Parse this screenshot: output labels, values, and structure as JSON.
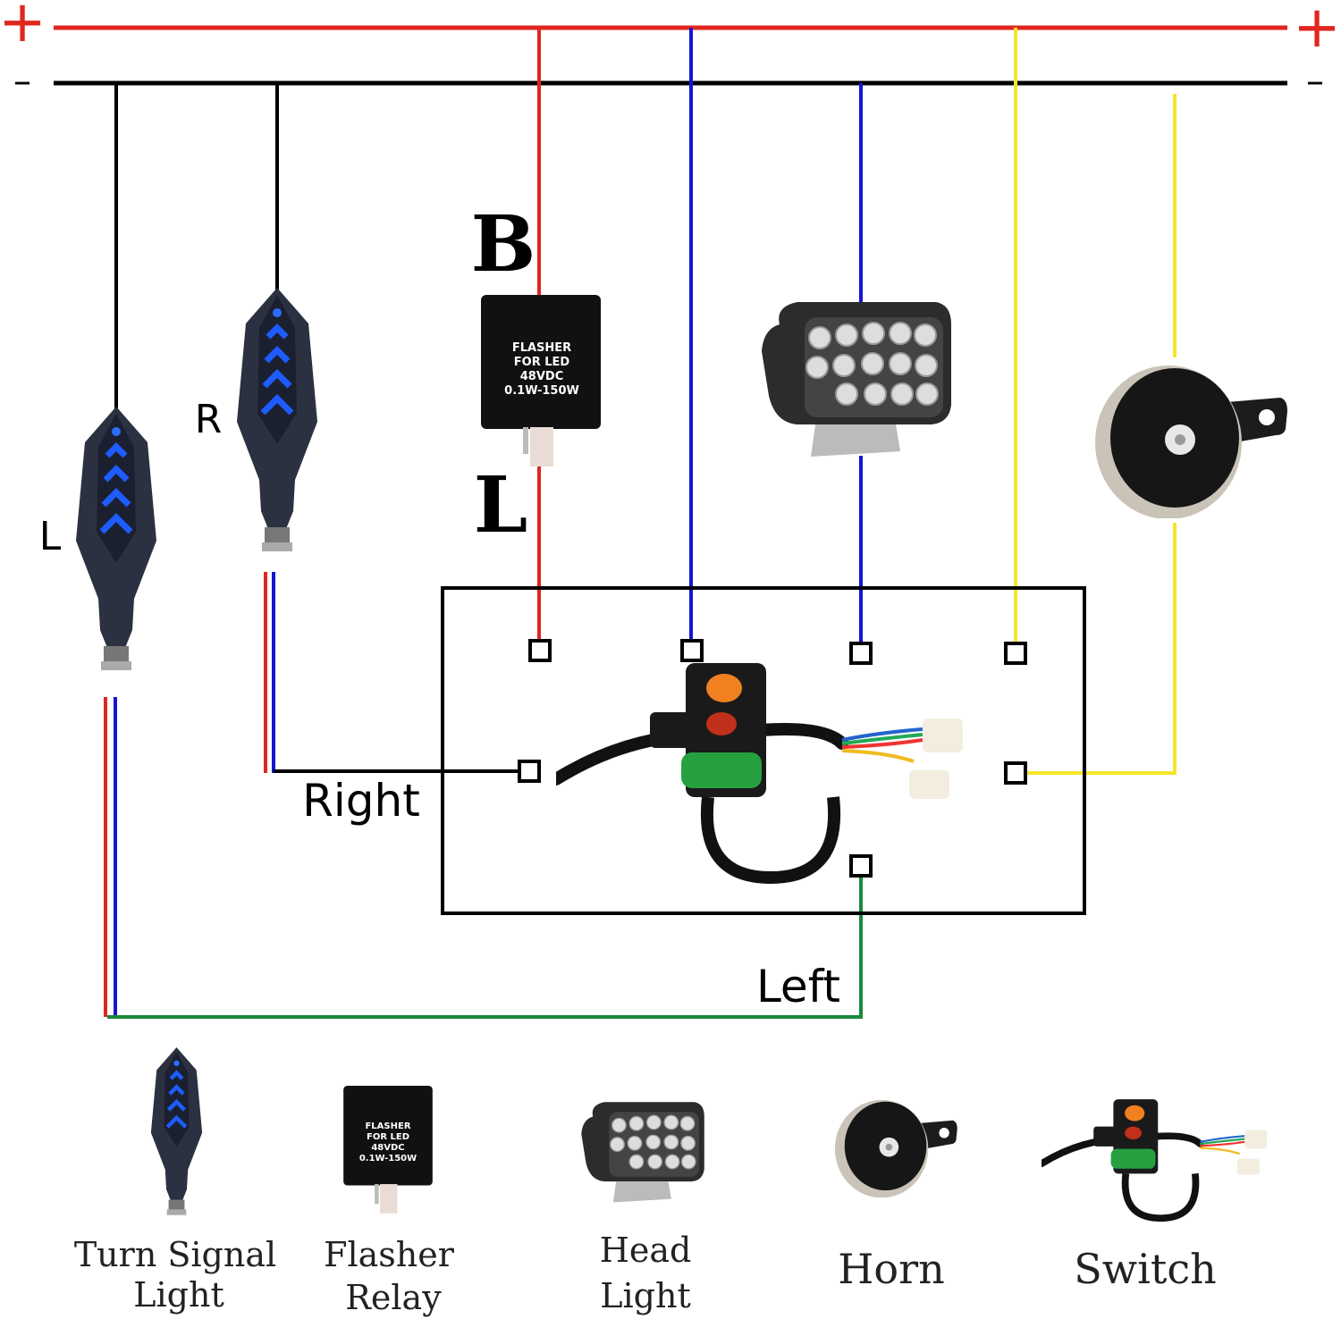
{
  "rails": {
    "positive_symbol": "+",
    "negative_symbol": "–"
  },
  "wire_colors": {
    "positive": "#e0261f",
    "negative": "#000000",
    "blue": "#1515d0",
    "yellow": "#f5e62a",
    "green": "#1a8a3a"
  },
  "labels": {
    "relay_b": "B",
    "relay_l": "L",
    "signal_r": "R",
    "signal_l": "L",
    "right": "Right",
    "left": "Left"
  },
  "flasher_text": [
    "FLASHER",
    "FOR LED",
    "48VDC",
    "0.1W-150W"
  ],
  "legend": [
    {
      "line1": "Turn Signal",
      "line2": "Light",
      "icon": "turn-signal"
    },
    {
      "line1": "Flasher",
      "line2": "Relay",
      "icon": "flasher-relay"
    },
    {
      "line1": "Head",
      "line2": "Light",
      "icon": "head-light"
    },
    {
      "line1": "Horn",
      "line2": "",
      "icon": "horn"
    },
    {
      "line1": "Switch",
      "line2": "",
      "icon": "switch"
    }
  ]
}
